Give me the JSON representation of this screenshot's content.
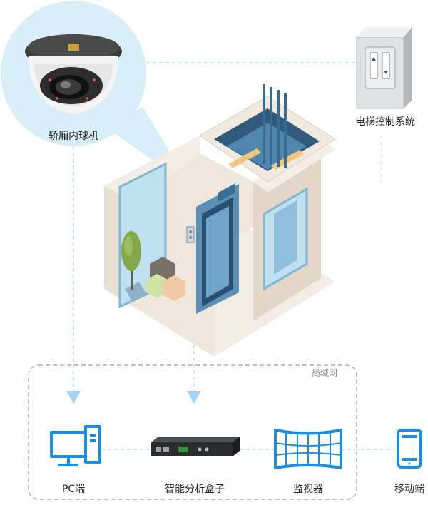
{
  "labels": {
    "camera": "轿厢内球机",
    "elevator_control": "电梯控制系统",
    "lan": "局域网",
    "pc": "PC端",
    "box": "智能分析盒子",
    "monitor": "监视器",
    "mobile": "移动端"
  },
  "colors": {
    "accent": "#1a8fe0",
    "arrow": "#a6d3ee",
    "lan_border": "#9a9a9a",
    "connector": "#a9d4ec"
  }
}
